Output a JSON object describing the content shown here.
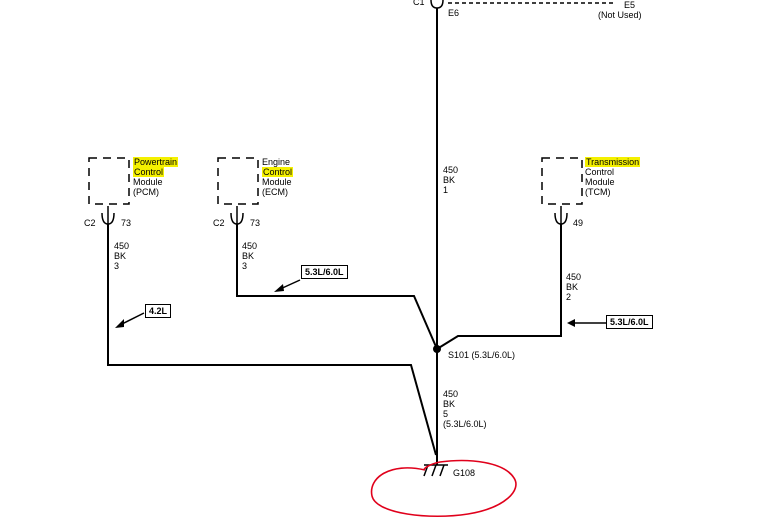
{
  "top": {
    "connector": "C1",
    "pin": "E6",
    "connector_e5": "E5",
    "not_used": "(Not Used)"
  },
  "pcm": {
    "line1": "Powertrain",
    "line2": "Control",
    "line3": "Module",
    "line4": "(PCM)",
    "connector": "C2",
    "pin": "73",
    "wire": {
      "size": "450",
      "color": "BK",
      "num": "3"
    }
  },
  "ecm": {
    "line1": "Engine",
    "line2": "Control",
    "line3": "Module",
    "line4": "(ECM)",
    "connector": "C2",
    "pin": "73",
    "wire": {
      "size": "450",
      "color": "BK",
      "num": "3"
    }
  },
  "tcm": {
    "line1": "Transmission",
    "line2": "Control",
    "line3": "Module",
    "line4": "(TCM)",
    "pin": "49",
    "wire": {
      "size": "450",
      "color": "BK",
      "num": "2"
    }
  },
  "main_wire": {
    "size": "450",
    "color": "BK",
    "num": "1"
  },
  "splice": "S101 (5.3L/6.0L)",
  "ground_wire": {
    "size": "450",
    "color": "BK",
    "num": "5",
    "variant": "(5.3L/6.0L)"
  },
  "ground": "G108",
  "callouts": {
    "pcm_engine": "4.2L",
    "ecm_engine": "5.3L/6.0L",
    "tcm_engine": "5.3L/6.0L"
  },
  "colors": {
    "highlight": "#f4f000",
    "annotation": "#e0001b"
  }
}
